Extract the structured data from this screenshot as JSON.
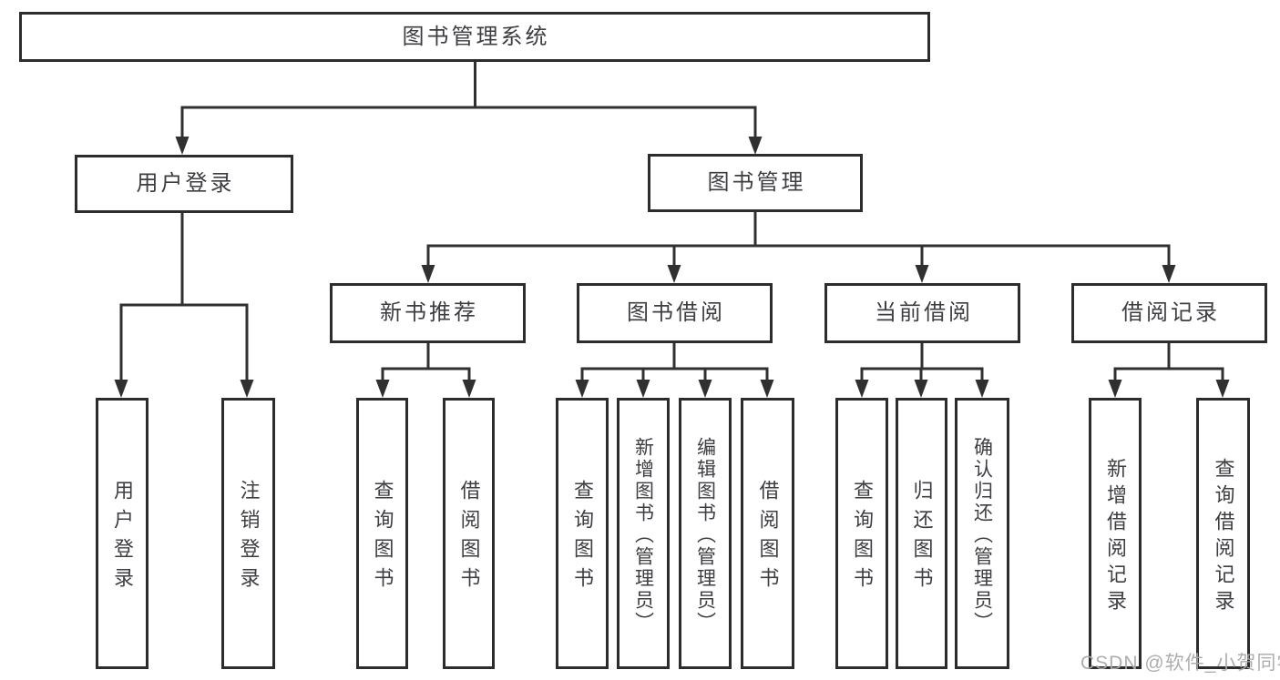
{
  "diagram_type": "hierarchy-tree",
  "colors": {
    "background": "#ffffff",
    "line": "#303030",
    "box_border": "#2c2c2c",
    "text": "#3e3e42",
    "watermark_text": "#aba9a9"
  },
  "tree": {
    "label": "图书管理系统",
    "children": [
      {
        "label": "用户登录",
        "children": [
          {
            "label": "用户登录"
          },
          {
            "label": "注销登录"
          }
        ]
      },
      {
        "label": "图书管理",
        "children": [
          {
            "label": "新书推荐",
            "children": [
              {
                "label": "查询图书"
              },
              {
                "label": "借阅图书"
              }
            ]
          },
          {
            "label": "图书借阅",
            "children": [
              {
                "label": "查询图书"
              },
              {
                "label": "新增图书（管理员）"
              },
              {
                "label": "编辑图书（管理员）"
              },
              {
                "label": "借阅图书"
              }
            ]
          },
          {
            "label": "当前借阅",
            "children": [
              {
                "label": "查询图书"
              },
              {
                "label": "归还图书"
              },
              {
                "label": "确认归还（管理员）"
              }
            ]
          },
          {
            "label": "借阅记录",
            "children": [
              {
                "label": "新增借阅记录"
              },
              {
                "label": "查询借阅记录"
              }
            ]
          }
        ]
      }
    ]
  },
  "watermark": "CSDN @软件_小贺同学"
}
